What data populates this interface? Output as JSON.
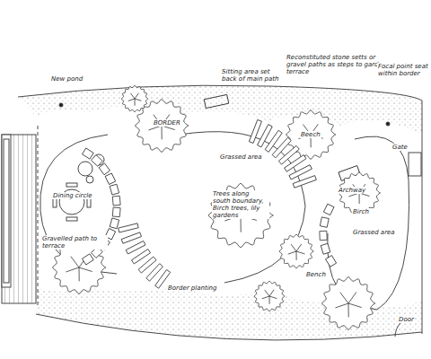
{
  "diagram": {
    "labels": [
      "New pond",
      "BORDER",
      "Sitting area set back of main path",
      "Reconstituted stone setts or gravel paths as steps to garden terrace",
      "Focal point seat within border",
      "Beech",
      "Grassed area",
      "Trees along south boundary, Birch trees, lily gardens",
      "Dining circle",
      "Gravelled path to terrace",
      "Border planting",
      "Grassed area",
      "Birch",
      "Archway",
      "Bench",
      "Door",
      "Gate"
    ]
  }
}
